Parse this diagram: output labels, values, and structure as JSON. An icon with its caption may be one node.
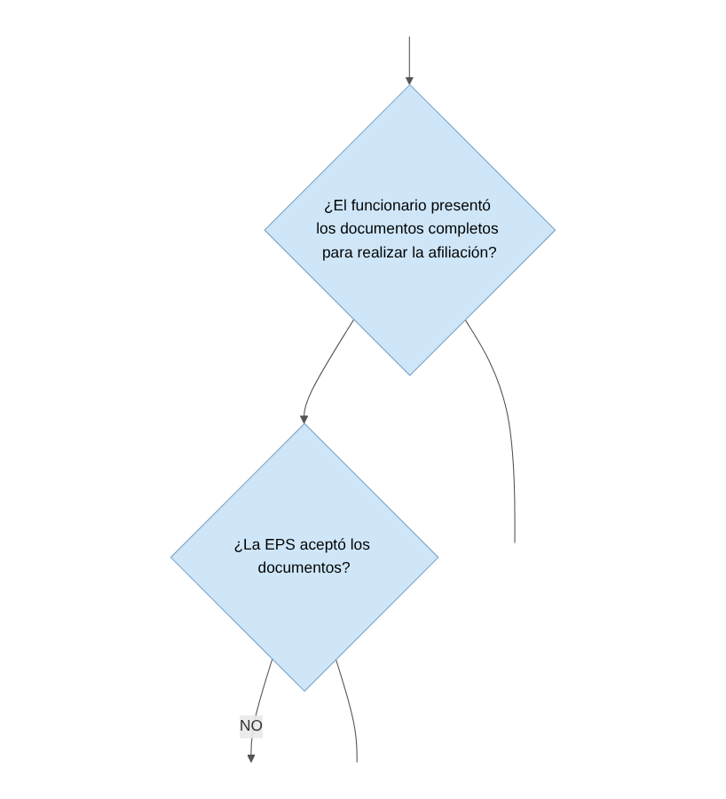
{
  "diagram": {
    "nodes": [
      {
        "text": [
          "¿El funcionario presentó los documentos completos para realizar la afiliación?"
        ]
      },
      {
        "text": [
          "¿La EPS aceptó los documentos?"
        ]
      }
    ],
    "edges": [
      {
        "from": null,
        "to": 0,
        "arrow": "to"
      },
      {
        "from": 0,
        "to": null,
        "arrow": "none"
      },
      {
        "from": 0,
        "to": 1,
        "arrow": "to"
      },
      {
        "from": 1,
        "to": null,
        "arrow": "to",
        "label": "NO"
      },
      {
        "from": 1,
        "to": null,
        "arrow": "none"
      }
    ]
  }
}
